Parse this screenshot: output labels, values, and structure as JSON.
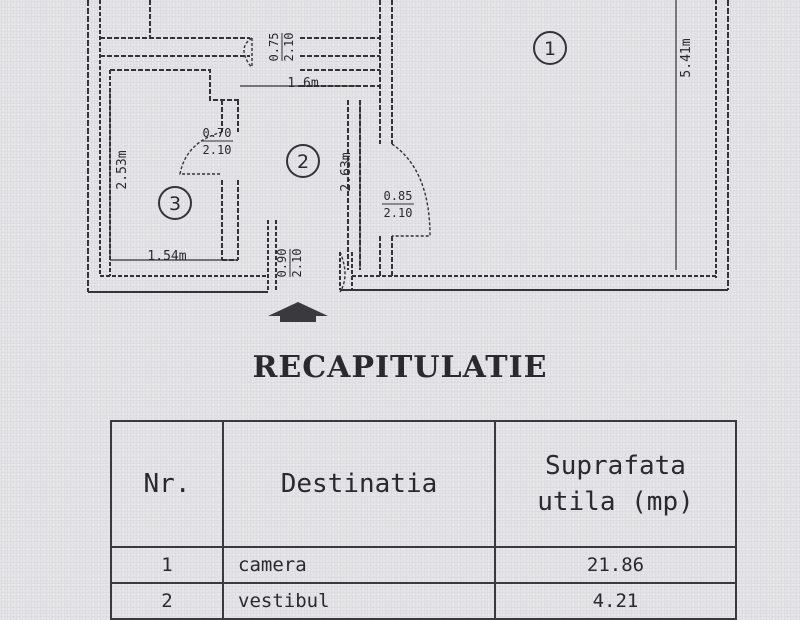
{
  "plan": {
    "rooms": [
      {
        "number": "1"
      },
      {
        "number": "2"
      },
      {
        "number": "3"
      }
    ],
    "dimensions": {
      "room1_height": "5.41m",
      "hall_width": "1.6m",
      "room2_height": "2.63m",
      "room3_height": "2.53m",
      "room3_width": "1.54m"
    },
    "doors": [
      {
        "width": "0.75",
        "height": "2.10"
      },
      {
        "width": "0.70",
        "height": "2.10"
      },
      {
        "width": "0.85",
        "height": "2.10"
      },
      {
        "width": "0.90",
        "height": "2.10"
      }
    ]
  },
  "recap": {
    "title": "RECAPITULATIE",
    "headers": {
      "nr": "Nr.",
      "destination": "Destinatia",
      "area_line1": "Suprafata",
      "area_line2": "utila (mp)"
    },
    "rows": [
      {
        "nr": "1",
        "destination": "camera",
        "area": "21.86"
      },
      {
        "nr": "2",
        "destination": "vestibul",
        "area": "4.21"
      }
    ]
  }
}
